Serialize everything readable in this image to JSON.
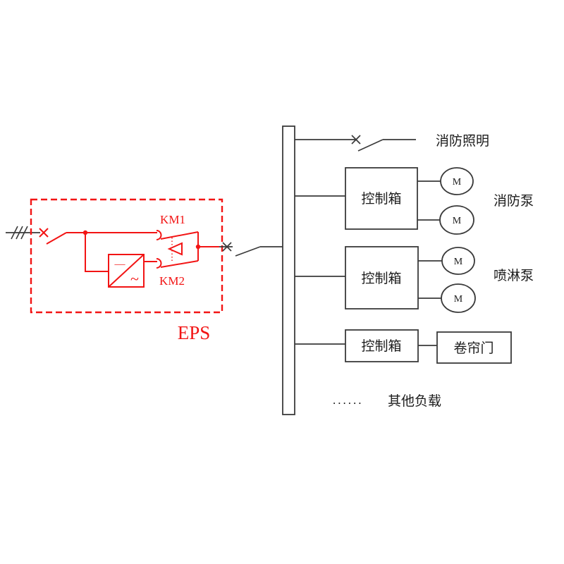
{
  "colors": {
    "circuit_red": "#f21414",
    "line_black": "#3a3a3a",
    "background": "#ffffff"
  },
  "eps_unit": {
    "label": "EPS",
    "contactor_top": "KM1",
    "contactor_bottom": "KM2",
    "inverter": {
      "dc_symbol": "—",
      "ac_symbol": "~"
    }
  },
  "branches": [
    {
      "id": "fire-lighting",
      "label": "消防照明"
    },
    {
      "id": "fire-pump",
      "control_box": "控制箱",
      "motors": [
        "M",
        "M"
      ],
      "label": "消防泵"
    },
    {
      "id": "sprinkler-pump",
      "control_box": "控制箱",
      "motors": [
        "M",
        "M"
      ],
      "label": "喷淋泵"
    },
    {
      "id": "rolling-shutter",
      "control_box": "控制箱",
      "load": "卷帘门"
    },
    {
      "id": "other-loads",
      "ellipsis": "......",
      "label": "其他负载"
    }
  ]
}
